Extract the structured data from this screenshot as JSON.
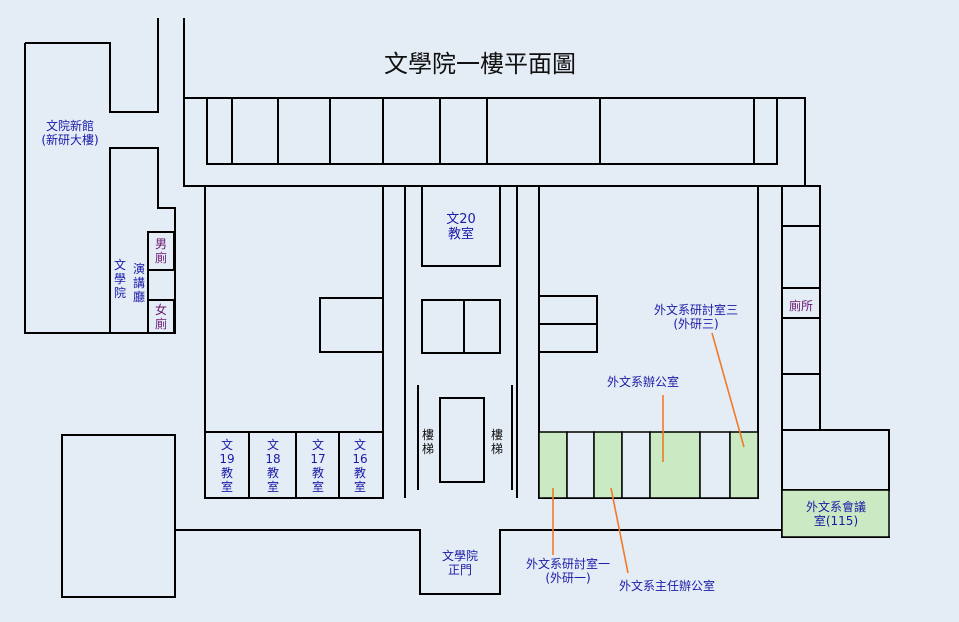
{
  "title": "文學院一樓平面圖",
  "colors": {
    "background": "#e4edf5",
    "wall": "#000000",
    "highlight_room": "#c9eac3",
    "label_blue": "#1a1aa8",
    "label_restroom": "#6a1470",
    "callout_line": "#f07a2a"
  },
  "labels": {
    "new_building": "文院新館\n(新研大樓)",
    "lecture_hall_left": "文\n學\n院",
    "lecture_hall_right": "演\n講\n廳",
    "mens_room": "男\n廁",
    "womens_room": "女\n廁",
    "room20": "文20\n教室",
    "room19": "文\n19\n教\n室",
    "room18": "文\n18\n教\n室",
    "room17": "文\n17\n教\n室",
    "room16": "文\n16\n教\n室",
    "stairs_left": "樓\n梯",
    "stairs_right": "樓\n梯",
    "seminar3": "外文系研討室三\n(外研三)",
    "office": "外文系辦公室",
    "restroom_right": "廁所",
    "meeting_room": "外文系會議\n室(115)",
    "seminar1": "外文系研討室一\n(外研一)",
    "chair_office": "外文系主任辦公室",
    "main_gate": "文學院\n正門"
  }
}
